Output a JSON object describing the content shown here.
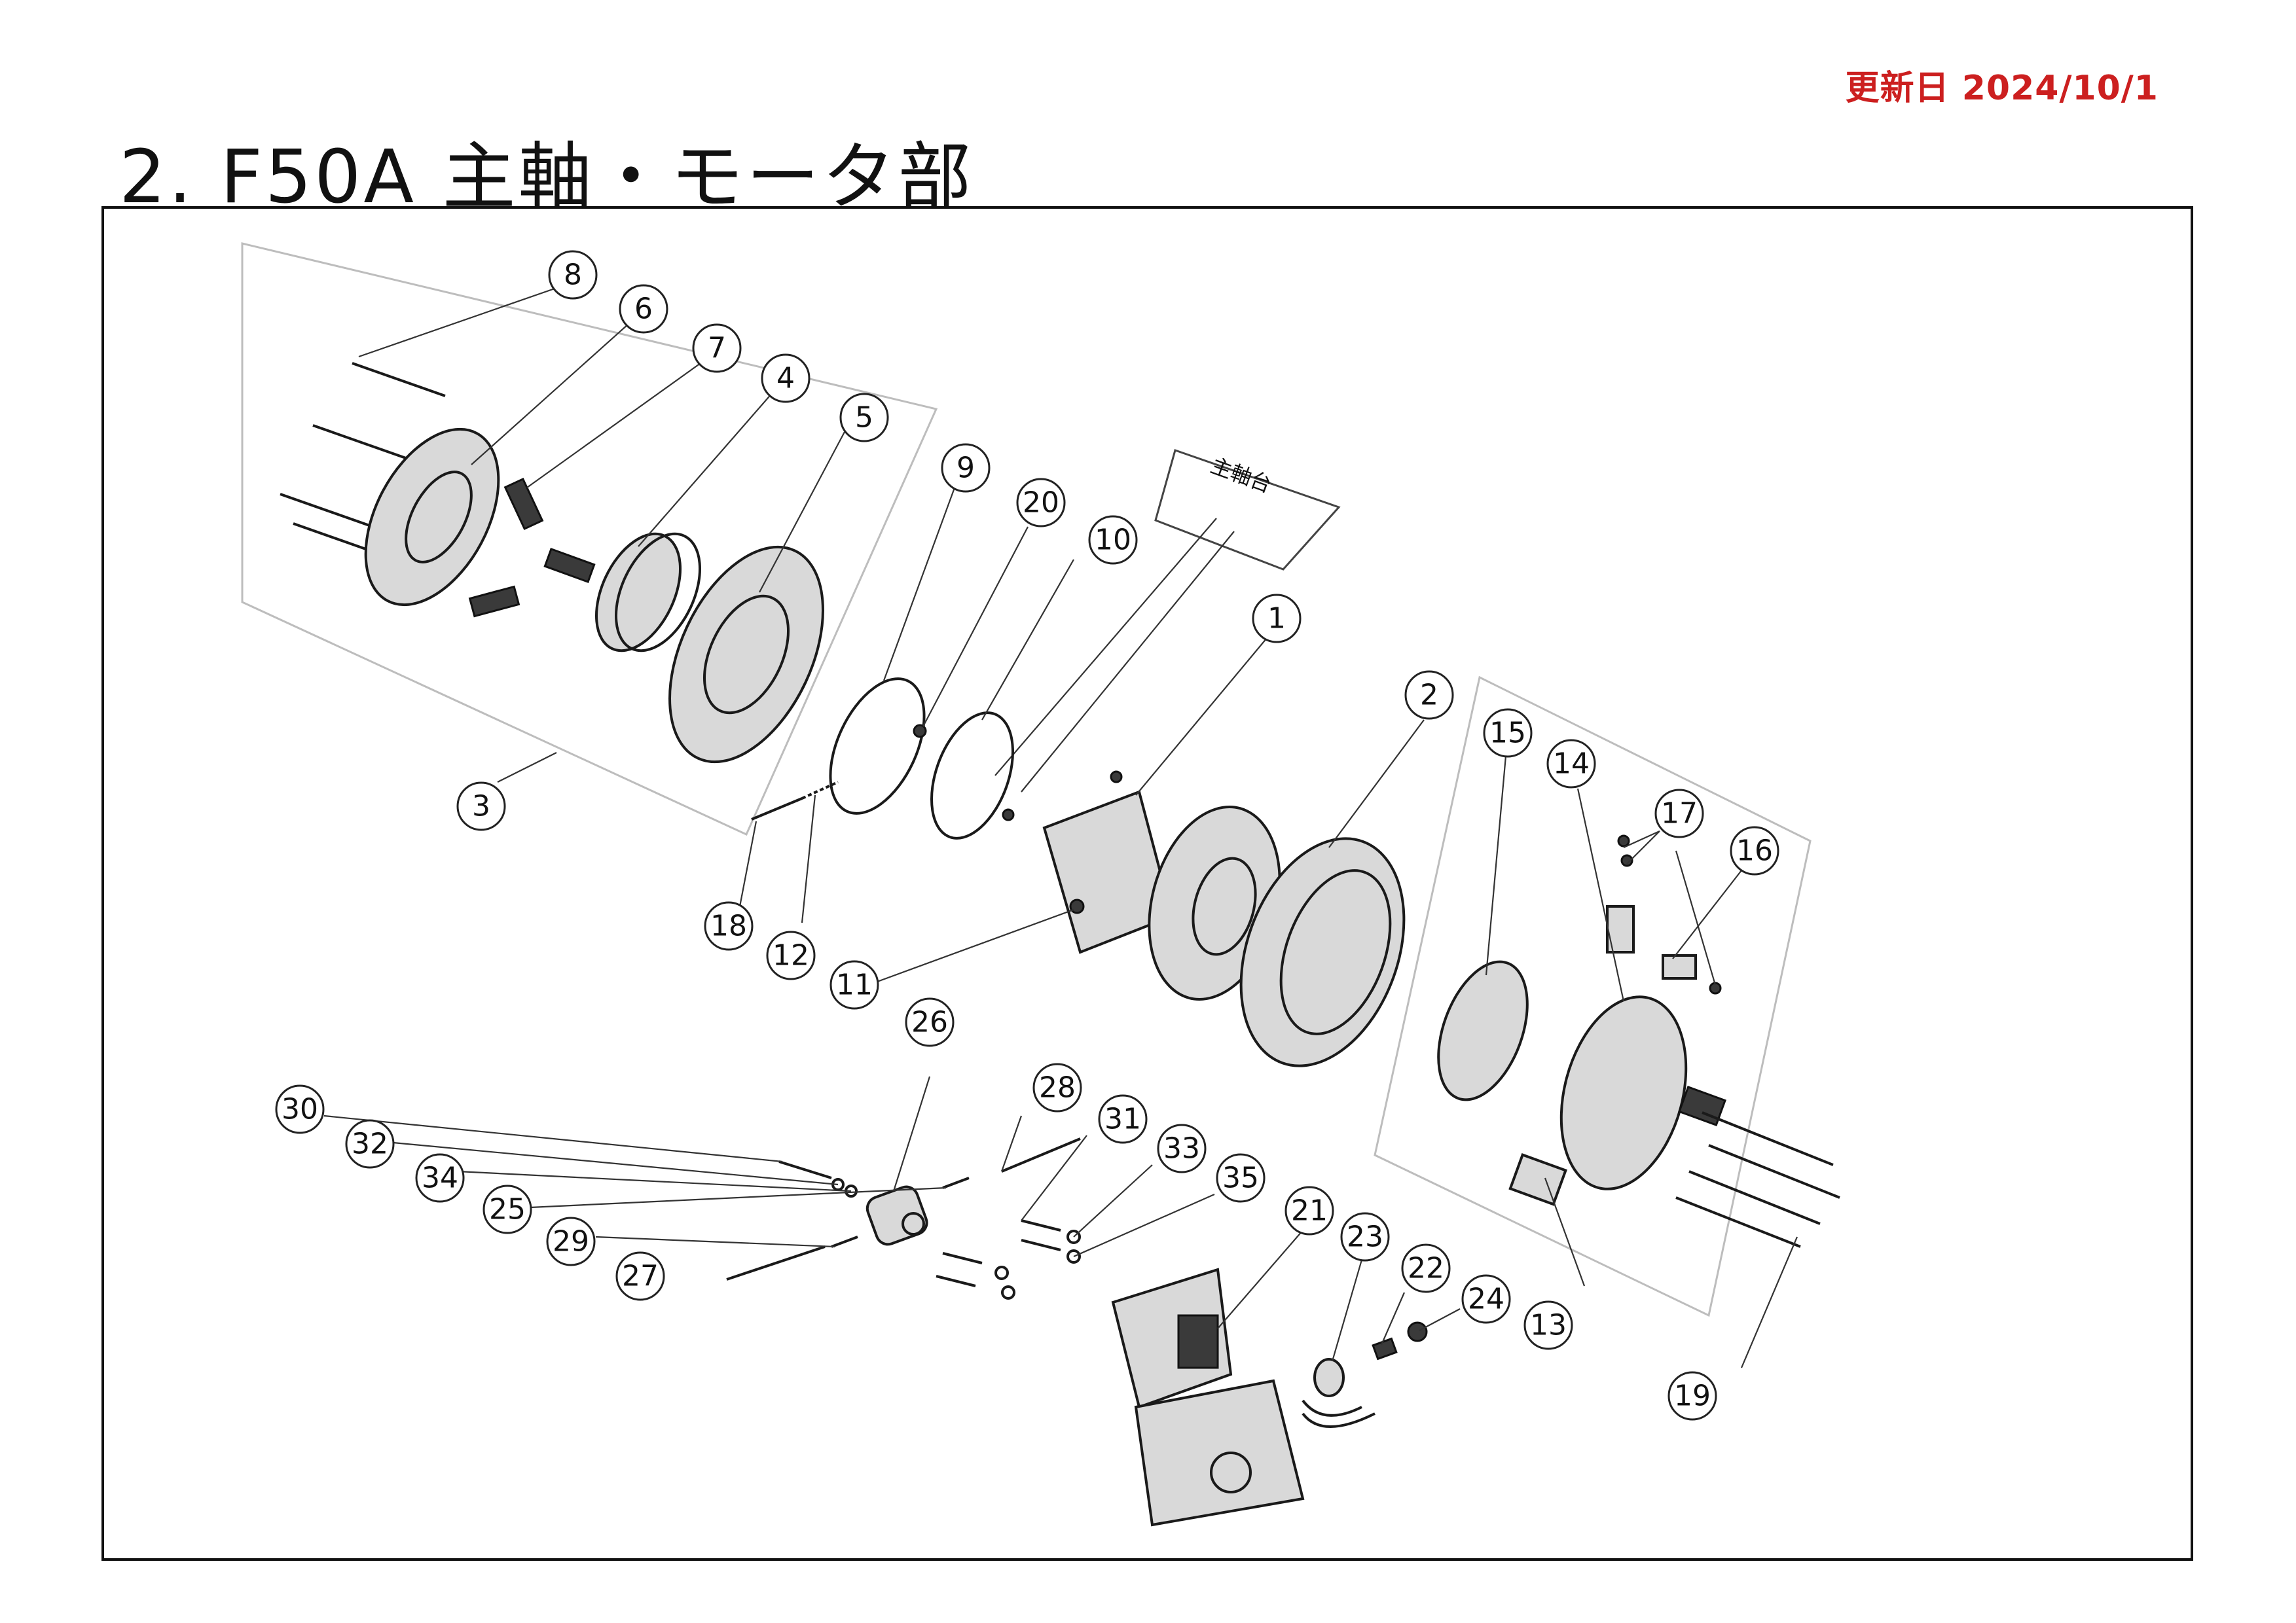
{
  "header": {
    "updated": "更新日 2024/10/1",
    "title": "2. F50A 主軸・モータ部"
  },
  "diagram": {
    "spindle_base_label": "主軸台",
    "callouts": [
      "1",
      "2",
      "3",
      "4",
      "5",
      "6",
      "7",
      "8",
      "9",
      "10",
      "11",
      "12",
      "13",
      "14",
      "15",
      "16",
      "17",
      "18",
      "19",
      "20",
      "21",
      "22",
      "23",
      "24",
      "25",
      "26",
      "27",
      "28",
      "29",
      "30",
      "31",
      "32",
      "33",
      "34",
      "35"
    ]
  }
}
